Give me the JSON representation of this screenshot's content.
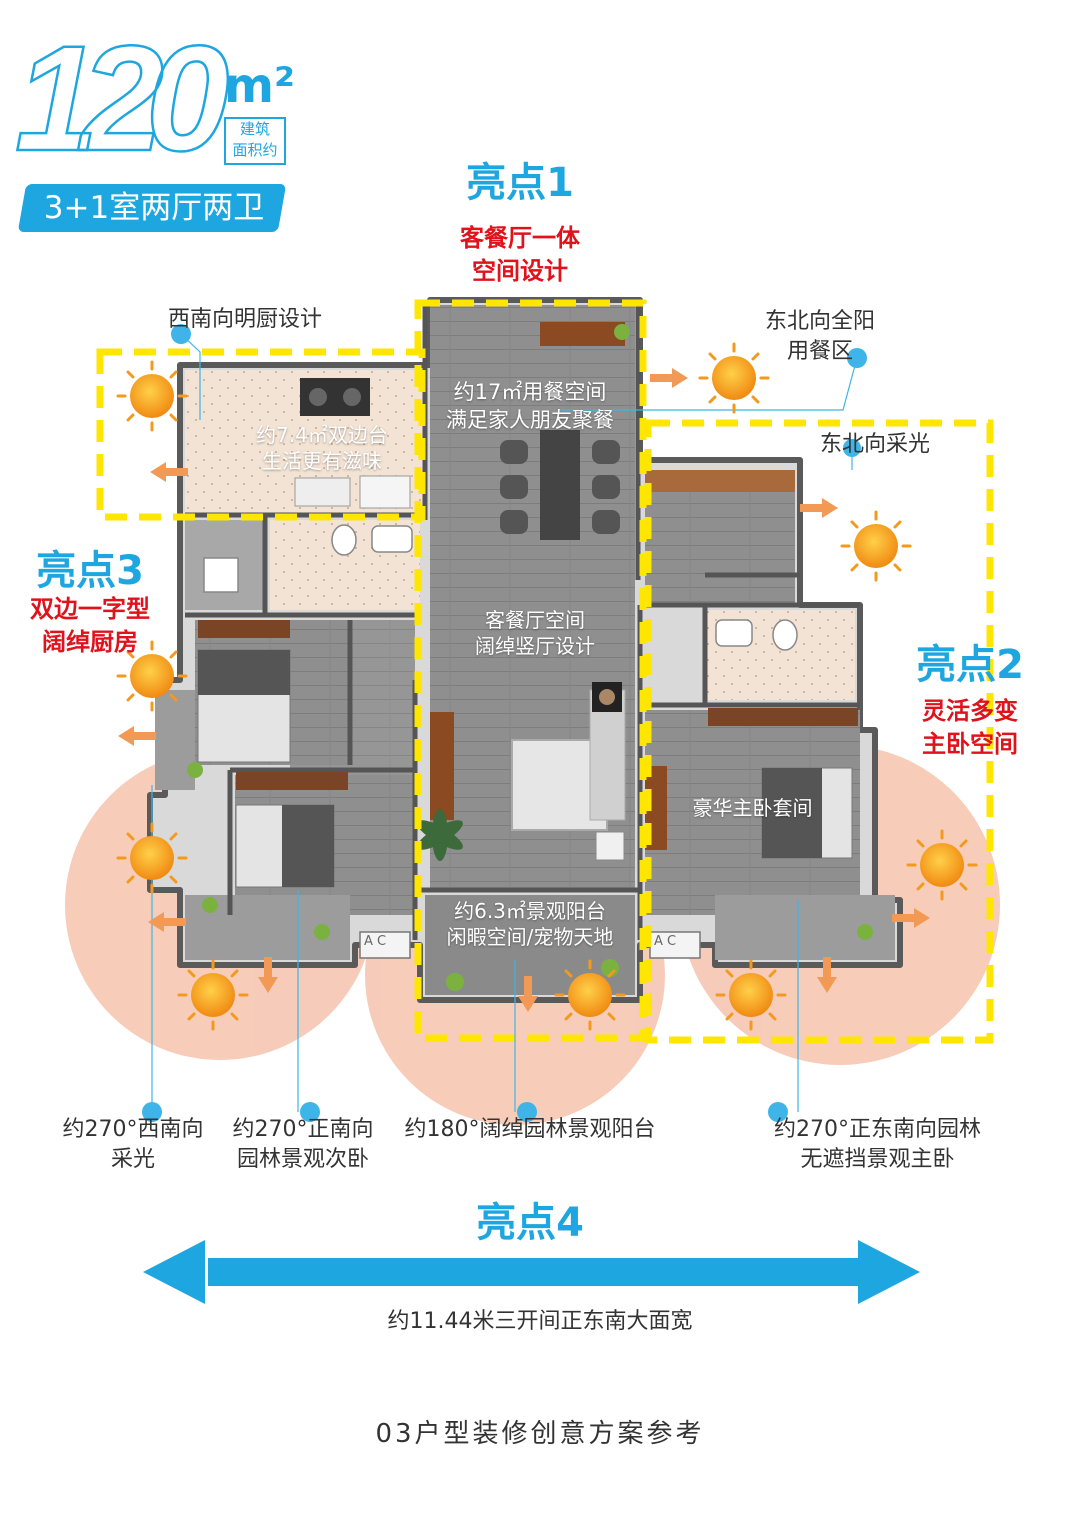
{
  "header": {
    "area_number": "120",
    "area_unit": "m²",
    "area_note_line1": "建筑",
    "area_note_line2": "面积约",
    "layout_type": "3+1室两厅两卫"
  },
  "highlights": [
    {
      "title": "亮点1",
      "desc_line1": "客餐厅一体",
      "desc_line2": "空间设计"
    },
    {
      "title": "亮点2",
      "desc_line1": "灵活多变",
      "desc_line2": "主卧空间"
    },
    {
      "title": "亮点3",
      "desc_line1": "双边一字型",
      "desc_line2": "阔绰厨房"
    },
    {
      "title": "亮点4"
    }
  ],
  "callouts": {
    "kitchen_top": "西南向明厨设计",
    "dining_ne_line1": "东北向全阳",
    "dining_ne_line2": "用餐区",
    "ne_light": "东北向采光",
    "sw_light_line1": "约270°西南向",
    "sw_light_line2": "采光",
    "second_bed_line1": "约270°正南向",
    "second_bed_line2": "园林景观次卧",
    "balcony_view": "约180°阔绰园林景观阳台",
    "master_line1": "约270°正东南向园林",
    "master_line2": "无遮挡景观主卧"
  },
  "rooms": {
    "dining_line1": "约17㎡用餐空间",
    "dining_line2": "满足家人朋友聚餐",
    "kitchen_line1": "约7.4㎡双边台",
    "kitchen_line2": "生活更有滋味",
    "living_line1": "客餐厅空间",
    "living_line2": "阔绰竖厅设计",
    "master_suite": "豪华主卧套间",
    "balcony_line1": "约6.3㎡景观阳台",
    "balcony_line2": "闲暇空间/宠物天地"
  },
  "ac_label": "A C",
  "width_arrow_label": "约11.44米三开间正东南大面宽",
  "footer": "03户型装修创意方案参考",
  "colors": {
    "accent_blue": "#1ea6e0",
    "highlight_red": "#e0121b",
    "dash_yellow": "#ffe600",
    "sun_orange": "#f39a1e",
    "glow_salmon": "#f6c3ad",
    "floor_gray": "#9a9a9a"
  },
  "icons": [
    "sun-icon",
    "arrow-icon",
    "callout-dot-icon"
  ]
}
